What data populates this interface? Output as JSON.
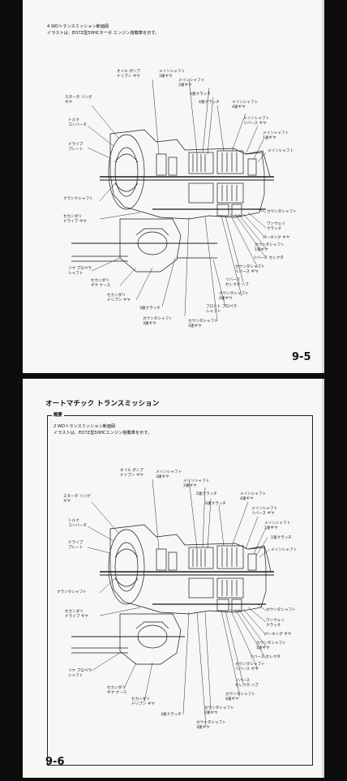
{
  "page1": {
    "heading": "4 WDトランスミッション断面図",
    "note": "イラストは、EO7Z型50HCターボ エンジン搭載車を示す。",
    "page_number": "9-5",
    "labels": {
      "oil_pump": "オイル ポンプ\nドリブン ギヤ",
      "main3": "メインシャフト\n3速ギヤ",
      "main2": "メインシャフト\n2速ギヤ",
      "clutch2": "2速クラッチ",
      "clutch4": "4速クラッチ",
      "main4": "メインシャフト\n4速ギヤ",
      "mainrev": "メインシャフト\nリバース ギヤ",
      "main1": "メインシャフト\n1速ギヤ",
      "mainshaft": "メインシャフト",
      "starter": "スタータ リング\nギヤ",
      "torque": "トルク\nコンバータ",
      "drive_plate": "ドライブ\nプレート",
      "crank": "クランクシャフト",
      "sec_drive": "セカンダリ\nドライブ ギヤ",
      "countershaft": "カウンタシャフト",
      "oneway": "ワンウェイ\nクラッチ",
      "parking": "パーキング ギヤ",
      "count1": "カウンタシャフト\n1速ギヤ",
      "rev_select": "リバース セレクタ",
      "countrev": "カウンタシャフト\nリバース ギヤ",
      "rev_hub": "リバース\nセレクタ ハブ",
      "count4": "カウンタシャフト\n4速ギヤ",
      "rear_prop": "リヤ プロペラ\nシャフト",
      "sec_case": "セカンダリ\nギヤ ケース",
      "sec_driven": "セカンダリ\nドリブン ギヤ",
      "clutch3": "3速クラッチ",
      "count3": "カウンタシャフト\n3速ギヤ",
      "front_prop": "フロント プロペラ\nシャフト",
      "count2": "カウンタシャフト\n2速ギヤ"
    }
  },
  "page2": {
    "section_title": "オートマチック トランスミッション",
    "frame_tag": "概要",
    "heading": "2 WDトランスミッション断面図",
    "note": "イラストは、EO7Z型50HCエンジン搭載車を示す。",
    "page_number": "9-6",
    "labels": {
      "oil_pump": "オイル ポンプ\nドリブン ギヤ",
      "main3": "メインシャフト\n3速ギヤ",
      "main2": "メインシャフト\n2速ギヤ",
      "clutch2": "2速クラッチ",
      "clutch4": "4速クラッチ",
      "main4": "メインシャフト\n4速ギヤ",
      "mainrev": "メインシャフト\nリバース ギヤ",
      "main1": "メインシャフト\n1速ギヤ",
      "clutch1": "1速クラッチ",
      "mainshaft": "メインシャフト",
      "starter": "スタータ リング\nギヤ",
      "torque": "トルク\nコンバータ",
      "drive_plate": "ドライブ\nプレート",
      "crank": "クランクシャフト",
      "sec_drive": "セカンダリ\nドライブ ギヤ",
      "countershaft": "カウンタシャフト",
      "oneway": "ワンウェイ\nクラッチ",
      "parking": "パーキング ギヤ",
      "count1": "カウンタシャフト\n1速ギヤ",
      "rev_select": "リバース セレクタ",
      "countrev": "カウンタシャフト\nリバース ギヤ",
      "rev_hub": "リバース\nセレクタ ハブ",
      "count4": "カウンタシャフト\n4速ギヤ",
      "rear_prop": "リヤ プロペラ\nシャフト",
      "sec_case": "セカンダリ\nギヤ ケース",
      "sec_driven": "セカンダリ\nドリブン ギヤ",
      "count2": "カウンタシャフト\n2速ギヤ",
      "clutch3": "3速クラッチ",
      "count3": "カウンタシャフト\n3速ギヤ"
    }
  }
}
